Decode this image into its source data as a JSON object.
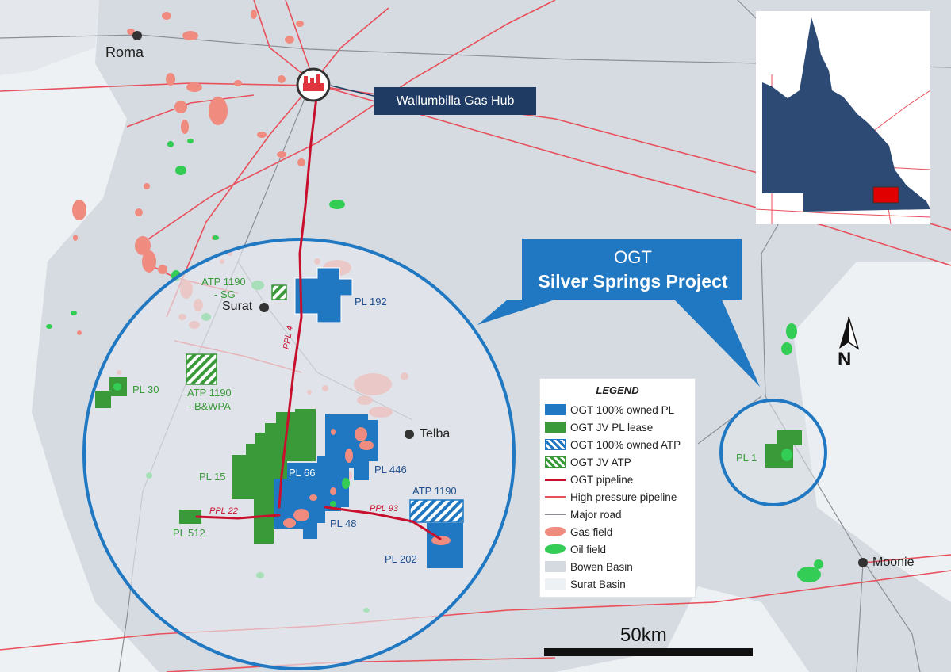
{
  "towns": {
    "roma": "Roma",
    "surat": "Surat",
    "telba": "Telba",
    "moonie": "Moonie"
  },
  "hub": {
    "label": "Wallumbilla Gas Hub"
  },
  "callout": {
    "line1": "OGT",
    "line2": "Silver Springs Project"
  },
  "leases": {
    "pl192": "PL 192",
    "pl30": "PL 30",
    "pl15": "PL 15",
    "pl66": "PL 66",
    "pl446": "PL 446",
    "pl512": "PL 512",
    "pl48": "PL 48",
    "atp1190": "ATP 1190",
    "pl202": "PL 202",
    "pl1": "PL 1",
    "atp1190_sg_line1": "ATP 1190",
    "atp1190_sg_line2": "- SG",
    "atp1190_bwpa_line1": "ATP 1190",
    "atp1190_bwpa_line2": "- B&WPA"
  },
  "pipelines": {
    "ppl4": "PPL 4",
    "ppl22": "PPL 22",
    "ppl93": "PPL 93"
  },
  "legend": {
    "title": "LEGEND",
    "items": [
      {
        "label": "OGT 100% owned PL",
        "color": "#1f78c1"
      },
      {
        "label": "OGT JV PL lease",
        "color": "#3a9a3a"
      },
      {
        "label": "OGT 100% owned ATP",
        "color": "#1f78c1"
      },
      {
        "label": "OGT JV ATP",
        "color": "#3a9a3a"
      },
      {
        "label": "OGT pipeline",
        "color": "#c8102e"
      },
      {
        "label": "High pressure pipeline",
        "color": "#e8505b"
      },
      {
        "label": "Major road",
        "color": "#8a8f96"
      },
      {
        "label": "Gas field",
        "color": "#f08b80"
      },
      {
        "label": "Oil field",
        "color": "#33cc55"
      },
      {
        "label": "Bowen Basin",
        "color": "#d4dae0"
      },
      {
        "label": "Surat Basin",
        "color": "#eef1f4"
      }
    ]
  },
  "north": "N",
  "scale": {
    "label": "50km"
  },
  "colors": {
    "ogt_blue": "#1f78c1",
    "ogt_green": "#3a9a3a",
    "gas_field": "#f08b80",
    "oil_field": "#33cc55",
    "hub_navy": "#1f3b63",
    "inset_qld": "#2d4a75",
    "inset_marker": "#e00000"
  }
}
